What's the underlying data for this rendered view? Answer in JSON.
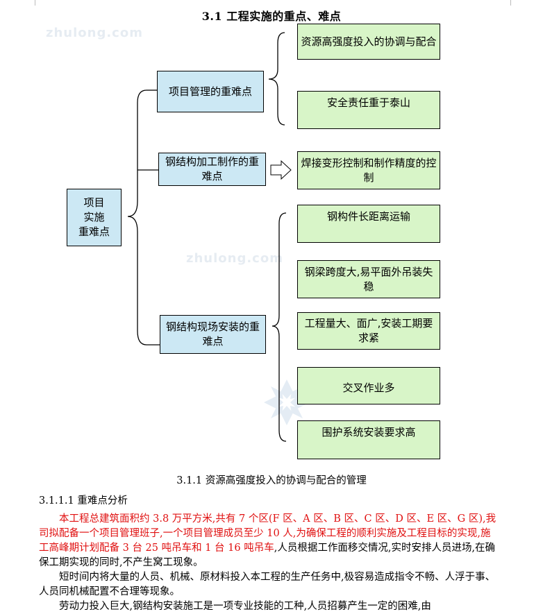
{
  "document": {
    "section_title": "3.1 工程实施的重点、难点",
    "watermark": "zhulong.com",
    "diagram": {
      "root": "项目\n实施\n重难点",
      "branches": [
        {
          "label": "项目管理的重难点",
          "items": [
            "资源高强度投入的协调与配合",
            "安全责任重于泰山"
          ]
        },
        {
          "label": "钢结构加工制作的重难点",
          "items": [
            "焊接变形控制和制作精度的控制"
          ]
        },
        {
          "label": "钢结构现场安装的重难点",
          "items": [
            "钢构件长距离运输",
            "钢梁跨度大,易平面外吊装失稳",
            "工程量大、面广,安装工期要求紧",
            "交叉作业多",
            "围护系统安装要求高"
          ]
        }
      ]
    },
    "subsection_title": "3.1.1 资源高强度投入的协调与配合的管理",
    "subsubsection_title": "3.1.1.1 重难点分析",
    "paragraph1_red": "本工程总建筑面积约 3.8 万平方米,共有 7 个区(F 区、A 区、B 区、C 区、D 区、E 区、G 区),我司拟配备一个项目管理班子,一个项目管理成员至少 10 人,为确保工程的顺利实施及工程目标的实现,施工高峰期计划配备 3 台 25 吨吊车和 1 台 16 吨吊车",
    "paragraph1_black": ",人员根据工作面移交情况,实时安排人员进场,在确保工期实现的同时,不产生窝工现象。",
    "paragraph2": "短时间内将大量的人员、机械、原材料投入本工程的生产任务中,极容易造成指令不畅、人浮于事、人员同机械配置不合理等现象。",
    "paragraph3": "劳动力投入巨大,钢结构安装施工是一项专业技能的工种,人员招募产生一定的困难,由"
  }
}
